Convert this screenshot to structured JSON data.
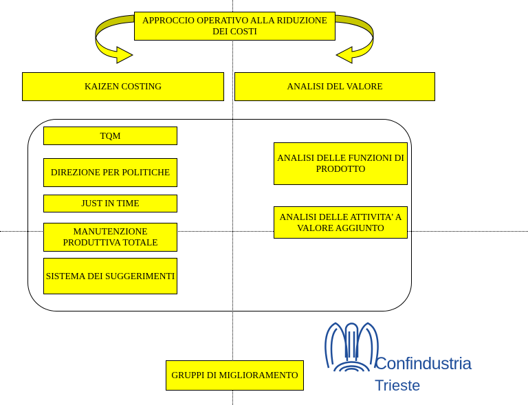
{
  "title": "APPROCCIO OPERATIVO ALLA RIDUZIONE DEI COSTI",
  "branches": {
    "left": "KAIZEN COSTING",
    "right": "ANALISI DEL VALORE"
  },
  "kaizen_items": [
    "TQM",
    "DIREZIONE PER POLITICHE",
    "JUST IN TIME",
    "MANUTENZIONE PRODUTTIVA TOTALE",
    "SISTEMA DEI SUGGERIMENTI"
  ],
  "valore_items": [
    "ANALISI DELLE FUNZIONI DI PRODOTTO",
    "ANALISI DELLE ATTIVITA' A VALORE AGGIUNTO"
  ],
  "bottom": "GRUPPI DI MIGLIORAMENTO",
  "logo": {
    "line1": "Confindustria",
    "line2": "Trieste"
  },
  "colors": {
    "box": "#ffff00",
    "arrow_shade": "#c8c800",
    "logo": "#1f4e9a"
  }
}
